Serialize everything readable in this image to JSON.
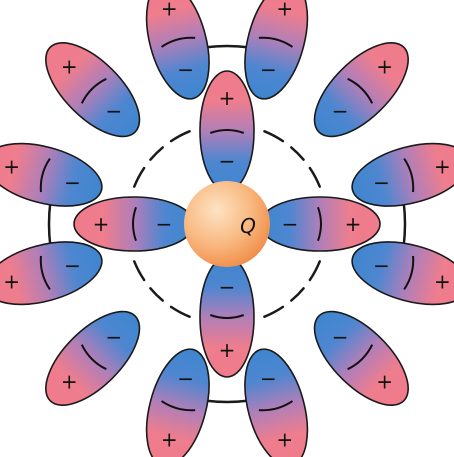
{
  "center_charge": {
    "label": "Q",
    "color_highlight": "#fde3c4",
    "color_mid": "#f9b981",
    "color_edge": "#f08a45"
  },
  "dipole_signs": {
    "positive": "+",
    "negative": "−"
  },
  "colors": {
    "positive_end": "#f07b8a",
    "negative_end": "#3e86cf",
    "outline": "#1a1a1a"
  },
  "shell_count": 2,
  "dipoles_per_shell": {
    "inner": 4,
    "outer": 12
  }
}
